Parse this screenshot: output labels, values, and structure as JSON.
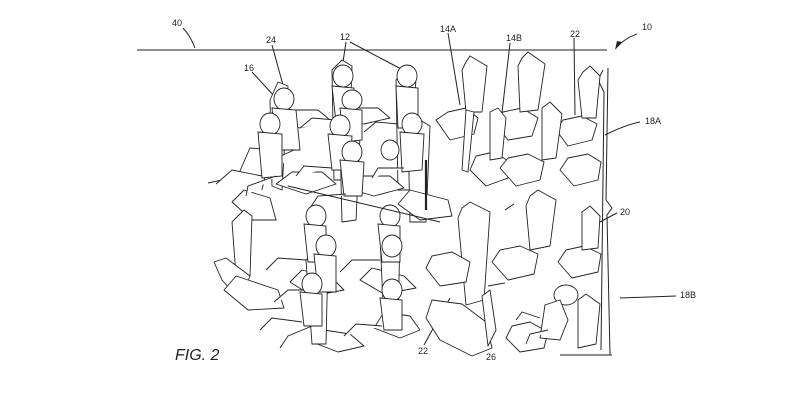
{
  "figure_label": "FIG. 2",
  "labels": {
    "l40": "40",
    "l10": "10",
    "l24": "24",
    "l12": "12",
    "l16": "16",
    "l14A": "14A",
    "l14B": "14B",
    "l22a": "22",
    "l18A": "18A",
    "l20": "20",
    "l18B": "18B",
    "l22b": "22",
    "l26": "26"
  }
}
